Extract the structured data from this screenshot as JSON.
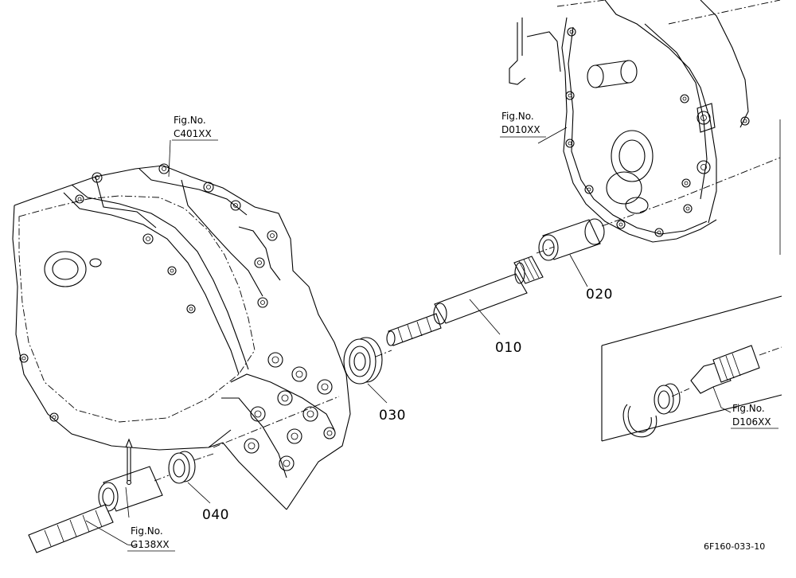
{
  "parts": [
    {
      "id": "010",
      "label": "010"
    },
    {
      "id": "020",
      "label": "020"
    },
    {
      "id": "030",
      "label": "030"
    },
    {
      "id": "040",
      "label": "040"
    }
  ],
  "fig_refs": [
    {
      "id": "c401",
      "title": "Fig.No.",
      "code": "C401XX"
    },
    {
      "id": "d010",
      "title": "Fig.No.",
      "code": "D010XX"
    },
    {
      "id": "d106",
      "title": "Fig.No.",
      "code": "D106XX"
    },
    {
      "id": "g138",
      "title": "Fig.No.",
      "code": "G138XX"
    }
  ],
  "diagram_code": "6F160-033-10"
}
